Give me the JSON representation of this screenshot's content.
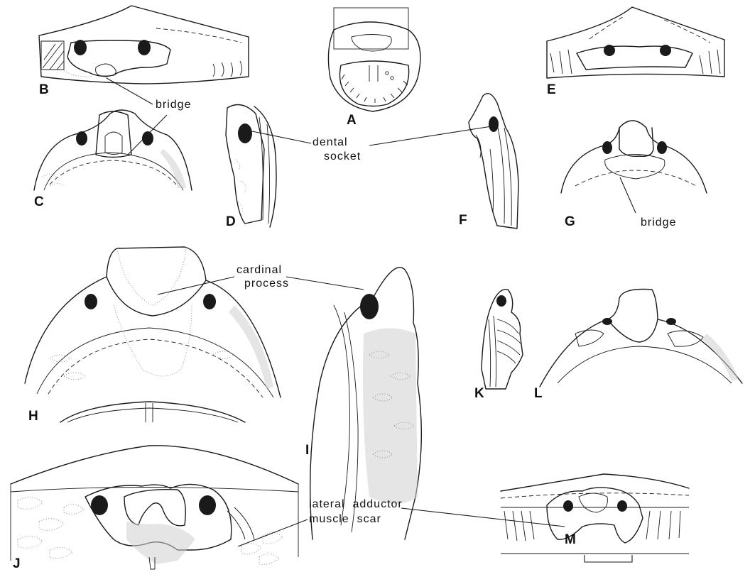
{
  "panels": {
    "A": "A",
    "B": "B",
    "C": "C",
    "D": "D",
    "E": "E",
    "F": "F",
    "G": "G",
    "H": "H",
    "I": "I",
    "J": "J",
    "K": "K",
    "L": "L",
    "M": "M"
  },
  "annotations": {
    "bridge": "bridge",
    "dental_socket_line1": "dental",
    "dental_socket_line2": "socket",
    "bridge_g": "bridge",
    "cardinal_process_line1": "cardinal",
    "cardinal_process_line2": "process",
    "lateral_adductor_line1": "lateral  adductor",
    "lateral_adductor_line2": "muscle  scar"
  }
}
